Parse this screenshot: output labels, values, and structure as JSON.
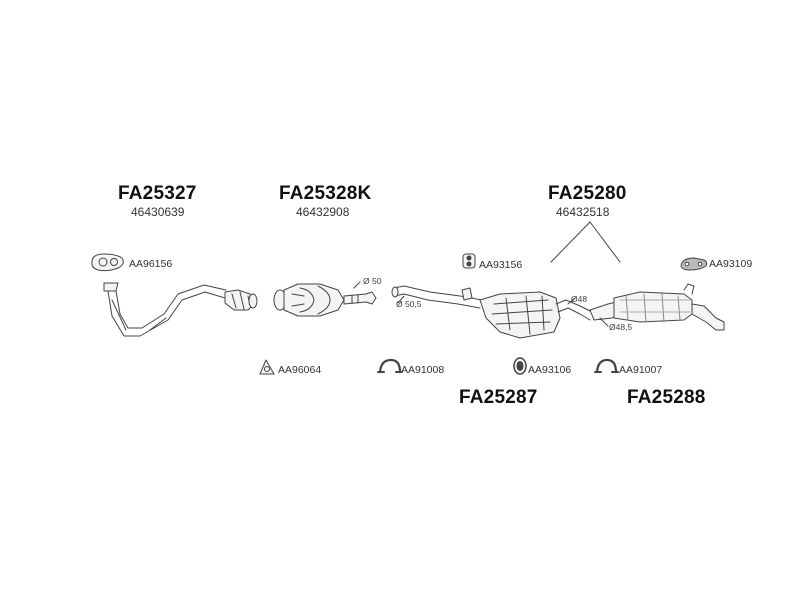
{
  "groups": [
    {
      "code": "FA25327",
      "number": "46430639"
    },
    {
      "code": "FA25328K",
      "number": "46432908"
    },
    {
      "code": "FA25280",
      "number": "46432518"
    }
  ],
  "lower_codes": [
    "FA25287",
    "FA25288"
  ],
  "parts": {
    "aa96156": "AA96156",
    "aa93156": "AA93156",
    "aa93109": "AA93109",
    "aa96064": "AA96064",
    "aa91008": "AA91008",
    "aa93106": "AA93106",
    "aa91007": "AA91007"
  },
  "dimensions": {
    "d50": "Ø 50",
    "d50_5": "Ø 50,5",
    "d48": "Ø48",
    "d48_5": "Ø48,5"
  },
  "colors": {
    "line": "#444444",
    "fill": "#f4f4f4",
    "shade": "#bbbbbb"
  }
}
